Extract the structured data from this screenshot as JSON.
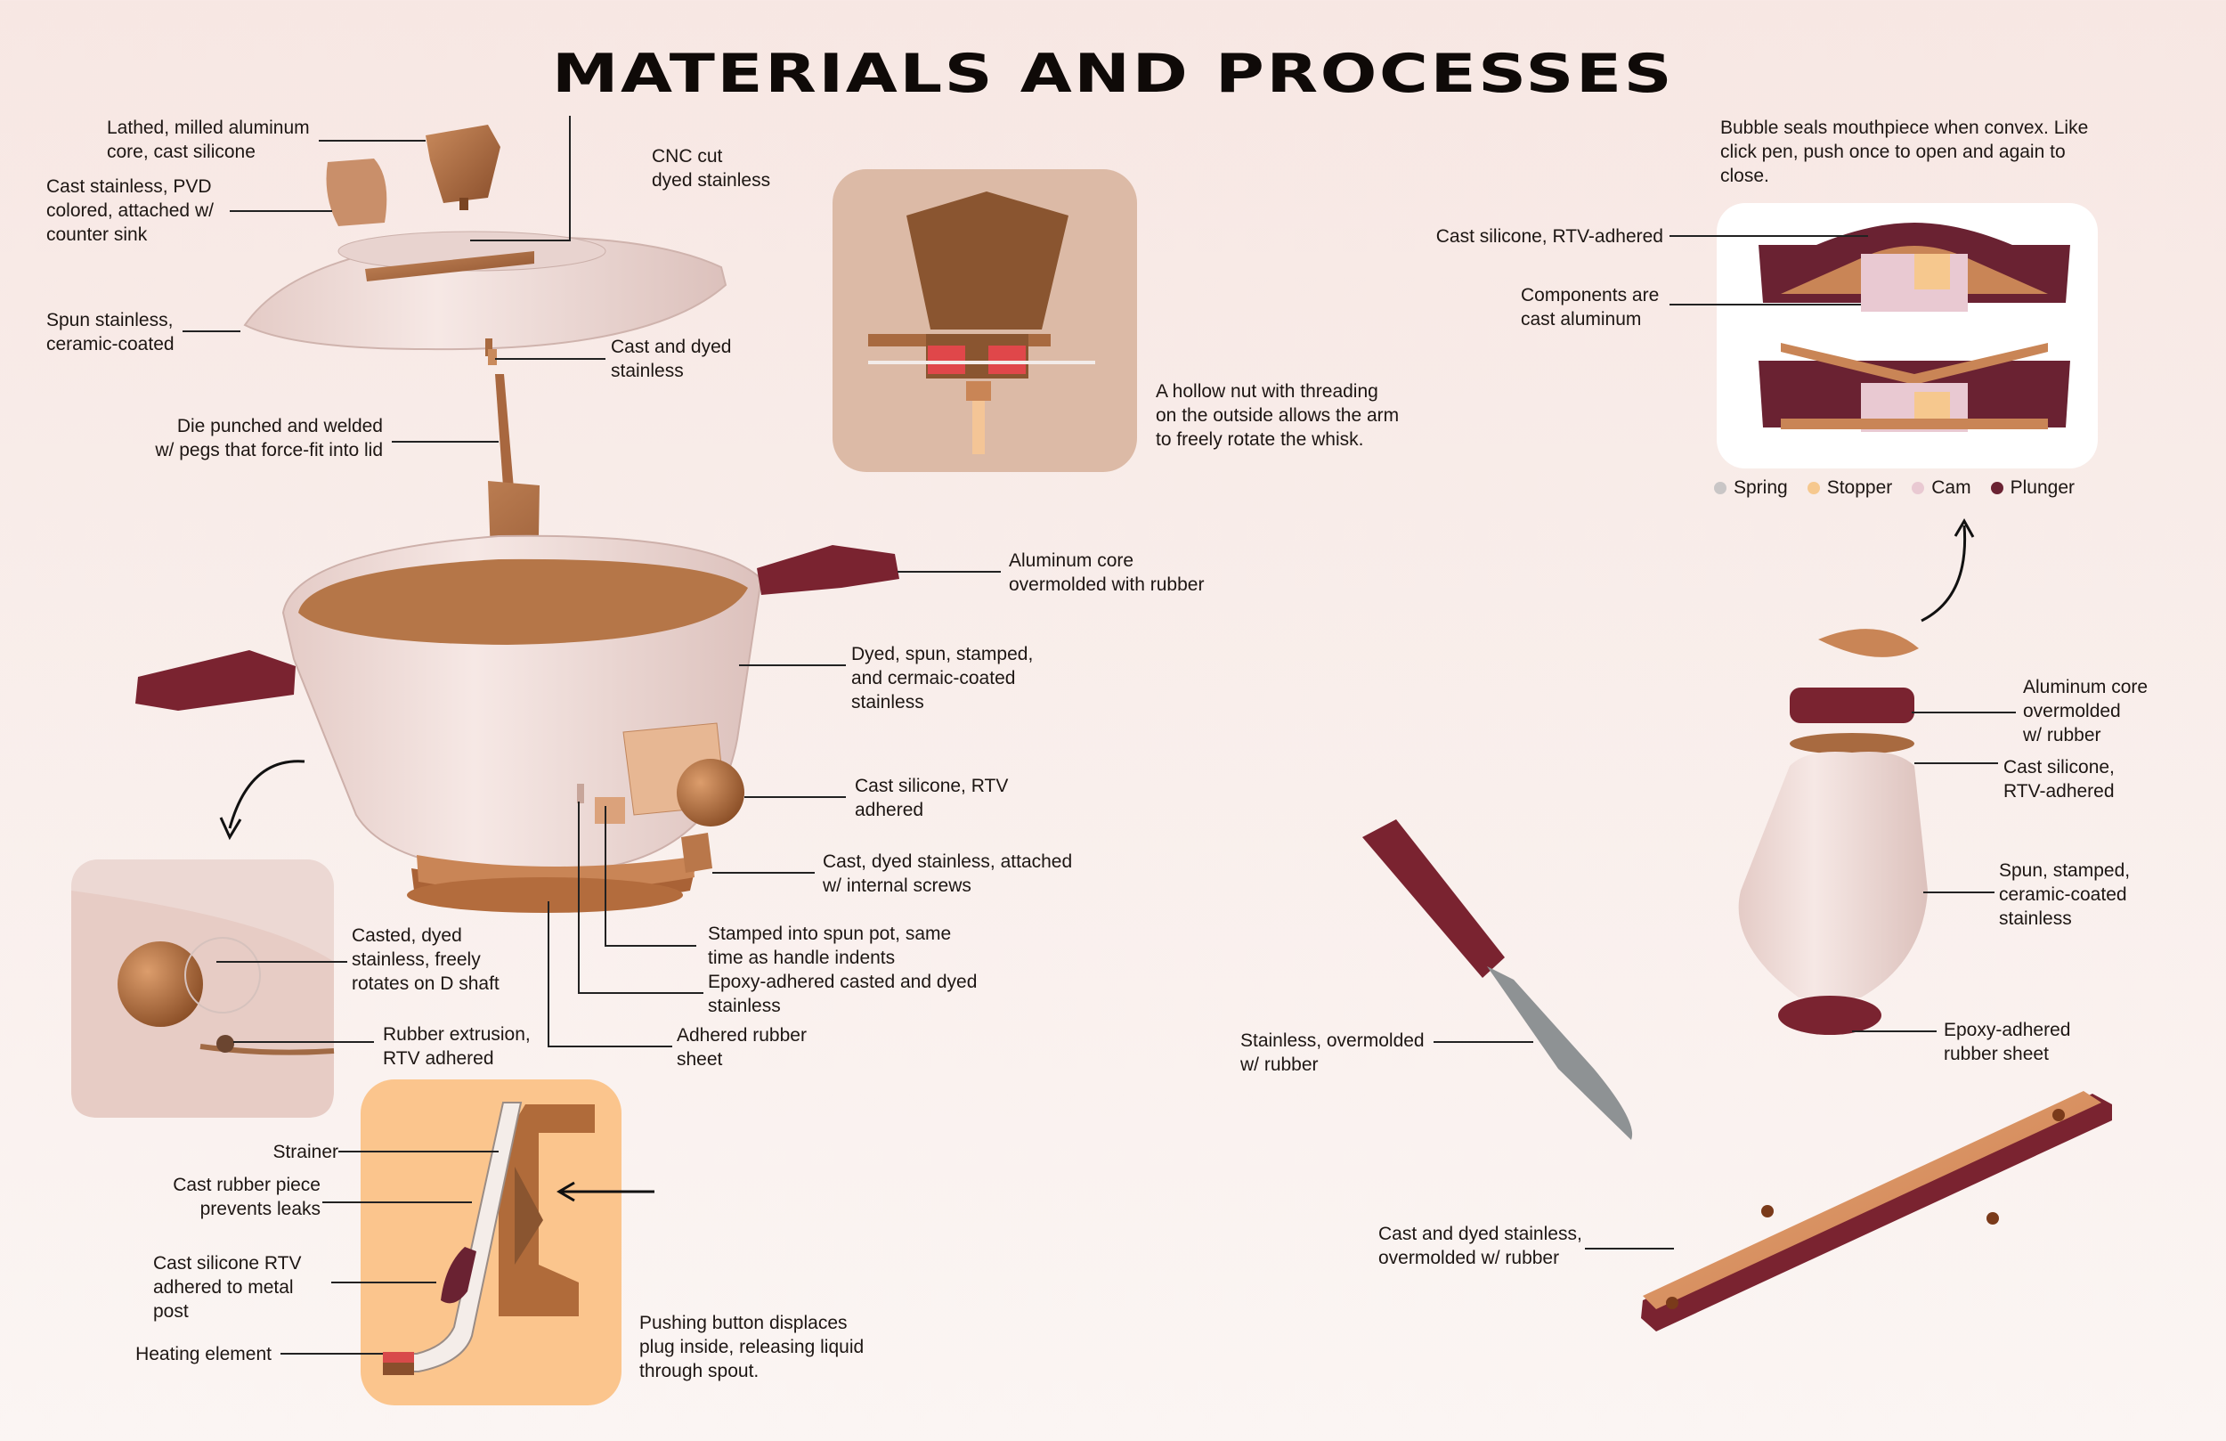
{
  "title": "MATERIALS AND PROCESSES",
  "colors": {
    "copper": "#b9774a",
    "copper_dark": "#8a4f2c",
    "pot_white": "#efdcd8",
    "rubber": "#7a2330",
    "panel_peach": "#fbc58d",
    "panel_tan": "#dcbaa6",
    "plunger": "#6a2232",
    "spring": "#c9c6c6",
    "stopper": "#f6c88e",
    "cam": "#e9c9d2"
  },
  "labels": {
    "lathed": "Lathed, milled aluminum\ncore, cast silicone",
    "cast_pvd": "Cast stainless, PVD\ncolored, attached w/\ncounter sink",
    "cnc": "CNC cut\ndyed stainless",
    "spun_lid": "Spun stainless,\nceramic-coated",
    "cast_dyed_top": "Cast and dyed\nstainless",
    "die_punched": "Die punched and welded\nw/ pegs that force-fit into lid",
    "hollow_nut": "A hollow nut with threading\non the outside allows the arm\nto freely rotate the whisk.",
    "aluminum_handle": "Aluminum core\novermolded with rubber",
    "dyed_spun": "Dyed, spun, stamped,\nand cermaic-coated\nstainless",
    "cast_silicone_rtv": "Cast silicone, RTV\nadhered",
    "cast_dyed_screws": "Cast, dyed stainless, attached\nw/ internal screws",
    "stamped_pot": "Stamped into spun pot, same\ntime as handle indents",
    "epoxy_casted": "Epoxy-adhered casted and dyed\nstainless",
    "adhered_rubber": "Adhered rubber\nsheet",
    "casted_dyed_knob": "Casted, dyed\nstainless, freely\nrotates on D shaft",
    "rubber_extrusion": "Rubber extrusion,\nRTV adhered",
    "strainer": "Strainer",
    "cast_rubber_piece": "Cast rubber piece\nprevents leaks",
    "cast_silicone_post": "Cast silicone RTV\nadhered to metal\npost",
    "heating": "Heating element",
    "pushing": "Pushing button displaces\nplug inside, releasing liquid\nthrough spout.",
    "bubble": "Bubble seals mouthpiece when convex. Like\nclick pen, push once to open and again to\nclose.",
    "cast_silicone_rtv_adhered": "Cast silicone, RTV-adhered",
    "components": "Components are\ncast aluminum",
    "alu_core_rubber": "Aluminum core\novermolded\nw/ rubber",
    "cast_silicone_rtv2": "Cast silicone,\nRTV-adhered",
    "spun_stamped": "Spun, stamped,\nceramic-coated\nstainless",
    "epoxy_sheet": "Epoxy-adhered\nrubber sheet",
    "stainless_knife": "Stainless, overmolded\nw/ rubber",
    "cast_board": "Cast and dyed stainless,\novermolded w/ rubber"
  },
  "legend": [
    {
      "label": "Spring",
      "color": "#c9c6c6"
    },
    {
      "label": "Stopper",
      "color": "#f6c88e"
    },
    {
      "label": "Cam",
      "color": "#e9c9d2"
    },
    {
      "label": "Plunger",
      "color": "#6a2232"
    }
  ]
}
